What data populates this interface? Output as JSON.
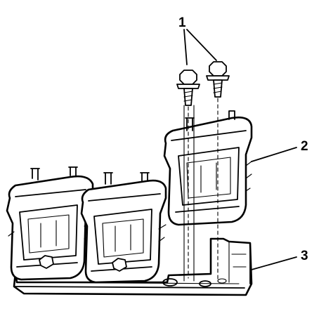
{
  "figure": {
    "callouts": [
      {
        "id": "1",
        "label": "1"
      },
      {
        "id": "2",
        "label": "2"
      },
      {
        "id": "3",
        "label": "3"
      }
    ],
    "parts": {
      "bolts": "bolt-icon",
      "coil": "ignition-coil-icon",
      "bracket": "coil-bracket-icon"
    },
    "colors": {
      "ink": "#000000",
      "background": "#ffffff"
    }
  }
}
